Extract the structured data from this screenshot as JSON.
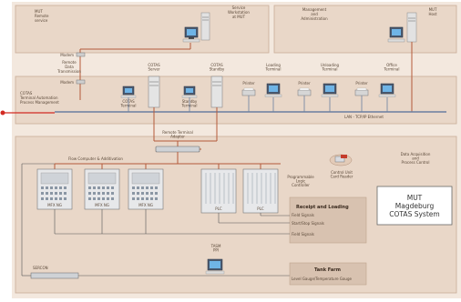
{
  "top_left": {
    "remote_service": [
      "MUT",
      "Remote",
      "service"
    ],
    "service_workstation": [
      "Service",
      "Workstation",
      "at MUT"
    ],
    "modem_top": "Modem",
    "remote_data": [
      "Remote",
      "Data",
      "Transmission"
    ],
    "modem_bottom": "Modem"
  },
  "top_right": {
    "mgmt": [
      "Management",
      "and",
      "Administration"
    ],
    "mut_host": [
      "MUT",
      "Host"
    ]
  },
  "middle": {
    "cotas_terminal_automation": [
      "COTAS",
      "Terminal Automation",
      "Process Management"
    ],
    "cotas_terminal": [
      "COTAS",
      "Terminal"
    ],
    "cotas_server": [
      "COTAS",
      "Server"
    ],
    "standby_terminal": [
      "Standby",
      "Terminal"
    ],
    "cotas_standby": [
      "COTAS",
      "Standby"
    ],
    "printer1": "Printer",
    "loading_terminal": [
      "Loading",
      "Terminal"
    ],
    "printer2": "Printer",
    "unloading_terminal": [
      "Unloading",
      "Terminal"
    ],
    "printer3": "Printer",
    "office_terminal": [
      "Office",
      "Terminal"
    ],
    "lan": "LAN - TCP/IP Ethernet"
  },
  "bottom": {
    "remote_terminal_adapter": [
      "Remote Terminal",
      "Adapter"
    ],
    "flow_computer": "Flow Computer & Additivation",
    "programmable_logic_controller": [
      "Programmable",
      "Logic",
      "Controller"
    ],
    "control_unit_card_reader": [
      "Control Unit",
      "Card Reader"
    ],
    "data_acquisition": [
      "Data Acquisition",
      "and",
      "Process Control"
    ],
    "mfx_labels": [
      "MFX NG",
      "MFX NG",
      "MFX NG"
    ],
    "plc_labels": [
      "PLC",
      "PLC"
    ],
    "receipt_title": "Receipt and Loading",
    "receipt_items": [
      "Field Signals",
      "Start/Stop Signals",
      "Field Signals"
    ],
    "title_box": [
      "MUT",
      "Magdeburg",
      "COTAS System"
    ],
    "tank_farm_pc": [
      "TASM",
      "PPI"
    ],
    "sercon": "SERCON",
    "tank_farm_title": "Tank Farm",
    "tank_farm_item": "Level Gauge/Temperature Gauge"
  },
  "colors": {
    "zone_bg": "#e9d7c8",
    "zone_border": "#c9ad98",
    "page_bg": "#f3e8de",
    "cable": "#b45a3a",
    "lan_line": "#6a7fa0",
    "pointer": "#d22a22",
    "box_bg": "#d8c2b0"
  }
}
